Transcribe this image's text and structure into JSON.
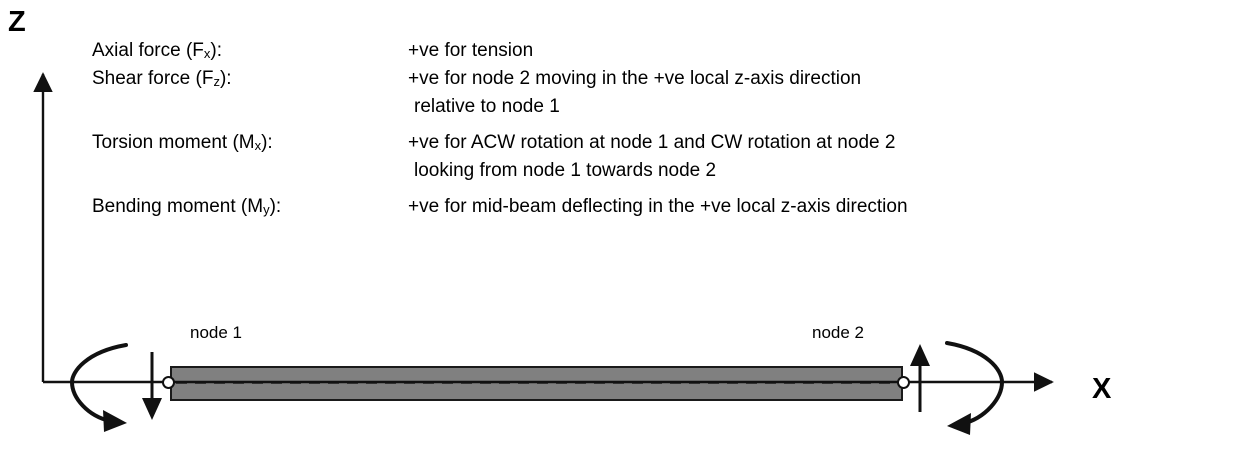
{
  "diagram": {
    "title_axes": {
      "z_axis": "Z",
      "x_axis": "X"
    },
    "legend": [
      {
        "term": "Axial force (F",
        "term_sub": "x",
        "term_tail": "):",
        "definition": "+ve for tension",
        "continuation": ""
      },
      {
        "term": "Shear force (F",
        "term_sub": "z",
        "term_tail": "):",
        "definition": "+ve for node 2 moving in the +ve local z-axis direction",
        "continuation": "relative to node 1"
      },
      {
        "term": "Torsion moment (M",
        "term_sub": "x",
        "term_tail": "):",
        "definition": "+ve for ACW rotation at node 1 and CW rotation at node 2",
        "continuation": "looking from node 1 towards node 2"
      },
      {
        "term": "Bending moment (M",
        "term_sub": "y",
        "term_tail": "):",
        "definition": "+ve for mid-beam deflecting in the +ve local z-axis direction",
        "continuation": ""
      }
    ],
    "beam": {
      "node1_label": "node 1",
      "node2_label": "node 2",
      "fill_color": "#808080",
      "outline_color": "#1a1a1a",
      "centerline_color": "#3a3a3a"
    }
  }
}
